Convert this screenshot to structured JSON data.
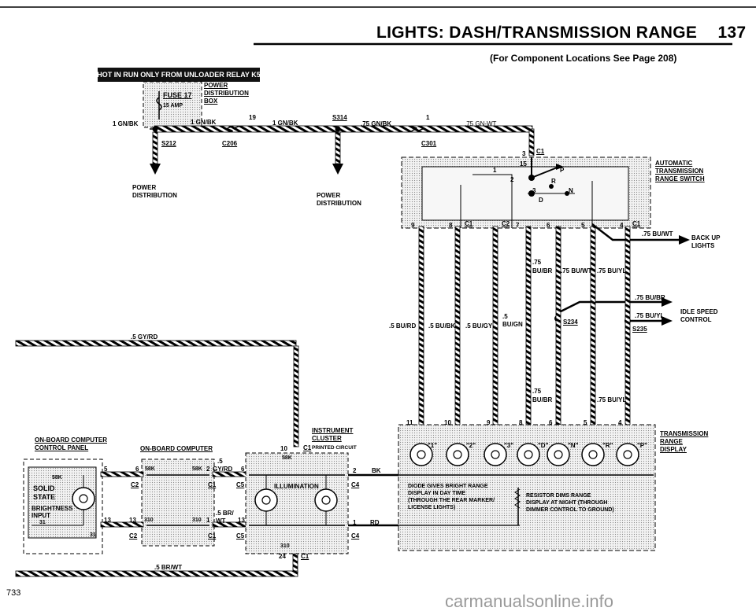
{
  "page": {
    "title": "LIGHTS: DASH/TRANSMISSION RANGE",
    "number": "137",
    "subtitle": "(For Component Locations See Page 208)",
    "figure_number": "733",
    "watermark": "carmanualsonline.info"
  },
  "hot_banner": "HOT IN RUN ONLY FROM UNLOADER RELAY K5",
  "fuse": {
    "name": "FUSE 17",
    "rating": "15 AMP",
    "box_label": [
      "POWER",
      "DISTRIBUTION",
      "BOX"
    ]
  },
  "top_wire": {
    "left_wire": "1 GN/BK",
    "fuse_out": "1 GN/BK",
    "pin_c206": "19",
    "after_c206": "1 GN/BK",
    "splice_s314": "S314",
    "after_s314": ".75 GN/BK",
    "pin_c301": "1",
    "after_c301": ".75 GN-WT",
    "splice_s212": "S212",
    "connector_c206": "C206",
    "connector_c301": "C301"
  },
  "power_dist_left": [
    "POWER",
    "DISTRIBUTION"
  ],
  "power_dist_mid": [
    "POWER",
    "DISTRIBUTION"
  ],
  "switch": {
    "name": [
      "AUTOMATIC",
      "TRANSMISSION",
      "RANGE SWITCH"
    ],
    "connector": "C1",
    "pin_top": "3",
    "inner_pins": [
      "15",
      "1",
      "2",
      "3"
    ],
    "positions": [
      "P",
      "R",
      "D",
      "N"
    ],
    "bottom_pins": [
      "9",
      "8",
      "7",
      "6",
      "5",
      "4"
    ],
    "bottom_connectors": [
      "C1",
      "C2",
      "C1"
    ]
  },
  "backup": {
    "wire": ".75 BU/WT",
    "label": [
      "BACK UP",
      "LIGHTS"
    ]
  },
  "idle": {
    "wire1": ".75 BU/BR",
    "wire2": ".75 BU/YL",
    "splice_s234": "S234",
    "splice_s235": "S235",
    "label": [
      "IDLE SPEED",
      "CONTROL"
    ]
  },
  "vertical_wires": {
    "w9": ".5 BU/RD",
    "w8": ".5 BU/BK",
    "w7a": ".5 BU/GY",
    "w7b": [
      ".5",
      "BU/GN"
    ],
    "w6_top": [
      ".75",
      "BU/BR"
    ],
    "w6_mid": ".75 BU/WT",
    "w5_top": ".75 BU/YL",
    "w6_bot": [
      ".75",
      "BU/BR"
    ],
    "w4_bot": ".75 BU/YL"
  },
  "gy_rd_wire": ".5 GY/RD",
  "br_wt_wire": ".5 BR/WT",
  "ob_panel": {
    "title": [
      "ON-BOARD COMPUTER",
      "CONTROL PANEL"
    ],
    "solid_state": [
      "SOLID",
      "STATE"
    ],
    "brightness": [
      "BRIGHTNESS",
      "INPUT"
    ],
    "pin58k": "58K",
    "pin31": "31",
    "pin31b": "31",
    "pin5": "5",
    "pin13": "13"
  },
  "ob_computer": {
    "title": "ON-BOARD COMPUTER",
    "pin6": "6",
    "pin58k_a": "58K",
    "pin58k_b": "58K",
    "pin13": "13",
    "pin310_a": "310",
    "pin310_b": "310",
    "c2": "C2",
    "c2b": "C2",
    "pin2": "2",
    "pin1": "1",
    "c1a": "C1",
    "c1b": "C1"
  },
  "link_wires": {
    "gy_rd": [
      ".5",
      "GY/RD"
    ],
    "br_wt": [
      ".5 BR/",
      "WT"
    ],
    "pin6": "6",
    "pin13": "13",
    "c5a": "C5",
    "c5b": "C5"
  },
  "cluster": {
    "title": [
      "INSTRUMENT",
      "CLUSTER"
    ],
    "pcb": "PRINTED CIRCUIT",
    "connector": "C1",
    "pin10": "10",
    "pin58k": "58K",
    "illumination": "ILLUMINATION",
    "pin310": "310",
    "pin24": "24",
    "c1": "C1",
    "pin2": "2",
    "pin1": "1",
    "c4a": "C4",
    "c4b": "C4",
    "bk": "BK",
    "rd": "RD"
  },
  "tr_display": {
    "title": [
      "TRANSMISSION",
      "RANGE",
      "DISPLAY"
    ],
    "pins": [
      "11",
      "10",
      "9",
      "8",
      "6",
      "5",
      "4"
    ],
    "positions": [
      "\"1\"",
      "\"2\"",
      "\"3\"",
      "\"D\"",
      "\"N\"",
      "\"R\"",
      "\"P\""
    ],
    "note1": [
      "DIODE GIVES BRIGHT RANGE",
      "DISPLAY IN DAY TIME",
      "(THROUGH THE REAR MARKER/",
      "LICENSE LIGHTS)"
    ],
    "note2": [
      "RESISTOR DIMS RANGE",
      "DISPLAY AT NIGHT (THROUGH",
      "DIMMER CONTROL TO GROUND)"
    ]
  }
}
